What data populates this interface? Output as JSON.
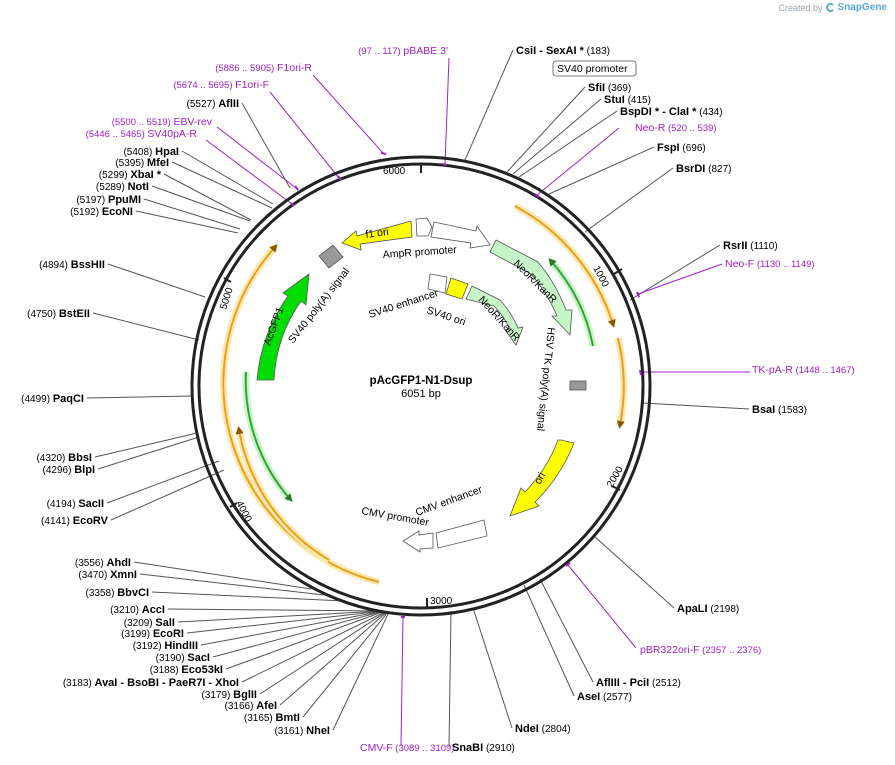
{
  "credit": {
    "prefix": "Created by",
    "brand": "SnapGene"
  },
  "plasmid": {
    "name": "pAcGFP1-N1-Dsup",
    "length_label": "6051 bp",
    "length": 6051
  },
  "ruler_ticks": [
    "1000",
    "2000",
    "3000",
    "4000",
    "5000",
    "6000"
  ],
  "features": [
    {
      "label": "f1 ori",
      "type": "arrow",
      "color": "#ffff00"
    },
    {
      "label": "AmpR promoter",
      "type": "arrow",
      "color": "#ffffff"
    },
    {
      "label": "NeoR/KanR",
      "type": "arrow",
      "color": "#c6f5c6"
    },
    {
      "label": "SV40 enhancer",
      "type": "box",
      "color": "#ffffff"
    },
    {
      "label": "SV40 ori",
      "type": "box",
      "color": "#ffff00"
    },
    {
      "label": "NeoR/KanR",
      "type": "arrow",
      "color": "#c6f5c6"
    },
    {
      "label": "HSV TK poly(A) signal",
      "type": "box",
      "color": "#999999"
    },
    {
      "label": "ori",
      "type": "arrow",
      "color": "#ffff00"
    },
    {
      "label": "CMV enhancer",
      "type": "box",
      "color": "#ffffff"
    },
    {
      "label": "CMV promoter",
      "type": "arrow",
      "color": "#ffffff"
    },
    {
      "label": "AcGFP1",
      "type": "arrow",
      "color": "#00dd00"
    },
    {
      "label": "SV40 poly(A) signal",
      "type": "box",
      "color": "#999999"
    }
  ],
  "sites": [
    {
      "name": "CsiI  -  SexAI  *",
      "pos": "(183)"
    },
    {
      "name": "SfiI",
      "pos": "(369)"
    },
    {
      "name": "StuI",
      "pos": "(415)"
    },
    {
      "name": "BspDI  *  -  ClaI  *",
      "pos": "(434)"
    },
    {
      "name": "FspI",
      "pos": "(696)"
    },
    {
      "name": "BsrDI",
      "pos": "(827)"
    },
    {
      "name": "RsrII",
      "pos": "(1110)"
    },
    {
      "name": "BsaI",
      "pos": "(1583)"
    },
    {
      "name": "ApaLI",
      "pos": "(2198)"
    },
    {
      "name": "AflIII  -  PciI",
      "pos": "(2512)"
    },
    {
      "name": "AseI",
      "pos": "(2577)"
    },
    {
      "name": "NdeI",
      "pos": "(2804)"
    },
    {
      "name": "SnaBI",
      "pos": "(2910)"
    },
    {
      "name": "NheI",
      "pos": "(3161)"
    },
    {
      "name": "BmtI",
      "pos": "(3165)"
    },
    {
      "name": "AfeI",
      "pos": "(3166)"
    },
    {
      "name": "BglII",
      "pos": "(3179)"
    },
    {
      "name": "AvaI   -  BsoBI   -  PaeR7I   -  XhoI",
      "pos": "(3183)"
    },
    {
      "name": "Eco53kI",
      "pos": "(3188)"
    },
    {
      "name": "SacI",
      "pos": "(3190)"
    },
    {
      "name": "HindIII",
      "pos": "(3192)"
    },
    {
      "name": "EcoRI",
      "pos": "(3199)"
    },
    {
      "name": "SalI",
      "pos": "(3209)"
    },
    {
      "name": "AccI",
      "pos": "(3210)"
    },
    {
      "name": "BbvCI",
      "pos": "(3358)"
    },
    {
      "name": "XmnI",
      "pos": "(3470)"
    },
    {
      "name": "AhdI",
      "pos": "(3556)"
    },
    {
      "name": "EcoRV",
      "pos": "(4141)"
    },
    {
      "name": "SacII",
      "pos": "(4194)"
    },
    {
      "name": "BlpI",
      "pos": "(4296)"
    },
    {
      "name": "BbsI",
      "pos": "(4320)"
    },
    {
      "name": "PaqCI",
      "pos": "(4499)"
    },
    {
      "name": "BstEII",
      "pos": "(4750)"
    },
    {
      "name": "BssHII",
      "pos": "(4894)"
    },
    {
      "name": "EcoNI",
      "pos": "(5192)"
    },
    {
      "name": "PpuMI",
      "pos": "(5197)"
    },
    {
      "name": "NotI",
      "pos": "(5289)"
    },
    {
      "name": "XbaI  *",
      "pos": "(5299)"
    },
    {
      "name": "MfeI",
      "pos": "(5395)"
    },
    {
      "name": "HpaI",
      "pos": "(5408)"
    },
    {
      "name": "AflII",
      "pos": "(5527)"
    }
  ],
  "primers": [
    {
      "range": "(97 .. 117)",
      "name": "pBABE 3'"
    },
    {
      "range": "(520 .. 539)",
      "name": "Neo-R"
    },
    {
      "range": "(1130 .. 1149)",
      "name": "Neo-F"
    },
    {
      "range": "(1448 .. 1467)",
      "name": "TK-pA-R"
    },
    {
      "range": "(2357 .. 2376)",
      "name": "pBR322ori-F"
    },
    {
      "range": "(3089 .. 3109)",
      "name": "CMV-F"
    },
    {
      "range": "(5446 .. 5465)",
      "name": "SV40pA-R"
    },
    {
      "range": "(5500 .. 5519)",
      "name": "EBV-rev"
    },
    {
      "range": "(5674 .. 5695)",
      "name": "F1ori-F"
    },
    {
      "range": "(5886 .. 5905)",
      "name": "F1ori-R"
    }
  ],
  "boxed_label": "SV40 promoter",
  "colors": {
    "primer": "#a020c8",
    "orf": "#f0a020",
    "orf_glow": "#fde9b0",
    "ring": "#222222"
  }
}
